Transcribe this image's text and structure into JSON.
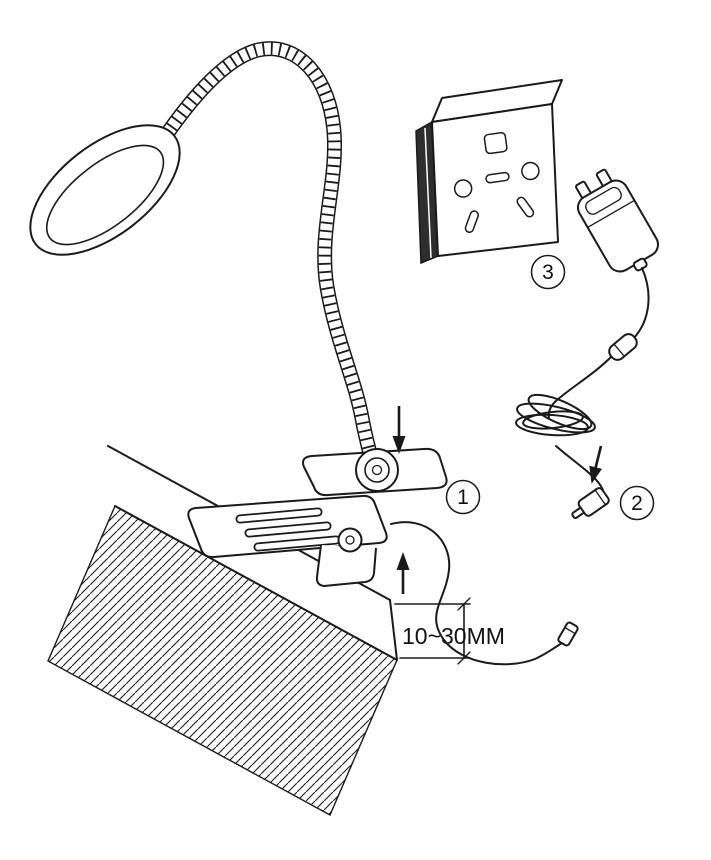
{
  "diagram": {
    "background_color": "#ffffff",
    "line_color": "#1a1a1a",
    "steps": [
      "1",
      "2",
      "3"
    ],
    "dimension_label": "10~30MM"
  }
}
